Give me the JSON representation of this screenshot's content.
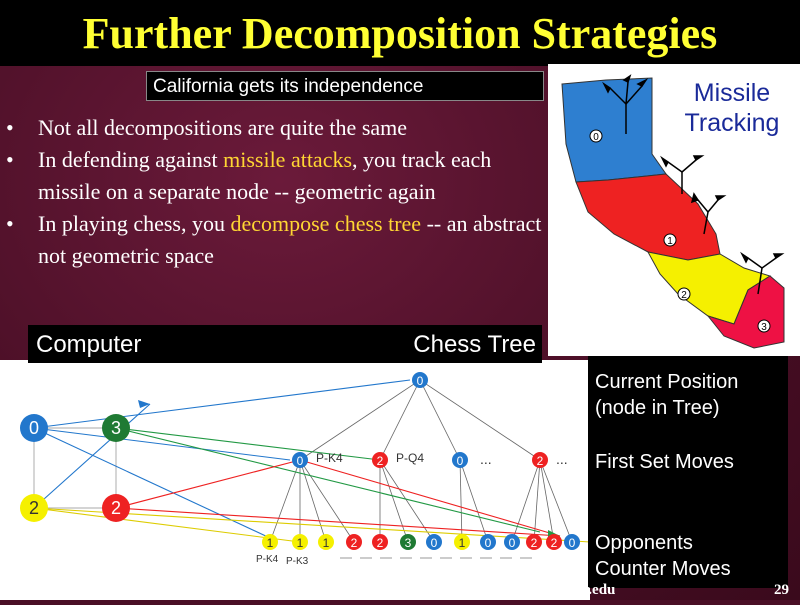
{
  "slide": {
    "title": "Further Decomposition Strategies",
    "caption": "California gets its independence",
    "bullets": [
      {
        "parts": [
          {
            "text": "Not all decompositions are quite the same",
            "hl": false
          }
        ]
      },
      {
        "parts": [
          {
            "text": "In defending against ",
            "hl": false
          },
          {
            "text": "missile attacks",
            "hl": true
          },
          {
            "text": ", you track each missile on a separate node -- geometric again",
            "hl": false
          }
        ]
      },
      {
        "parts": [
          {
            "text": "In playing chess, you ",
            "hl": false
          },
          {
            "text": "decompose chess tree",
            "hl": true
          },
          {
            "text": " -- an abstract not geometric space",
            "hl": false
          }
        ]
      }
    ],
    "computer_label": "Computer",
    "chess_tree_label": "Chess Tree",
    "footer_url": "r.edu",
    "page_number": "29"
  },
  "map": {
    "title_line1": "Missile",
    "title_line2": "Tracking",
    "regions": [
      "0",
      "1",
      "2",
      "3"
    ],
    "colors": {
      "region0": "#2e7fd0",
      "region1": "#ee2222",
      "region2": "#f5f000",
      "region3": "#ee1144"
    }
  },
  "computer_nodes": [
    "0",
    "3",
    "2",
    "2"
  ],
  "tree": {
    "root": "0",
    "level1": [
      "0",
      "2",
      "0",
      "2"
    ],
    "level1_moves": [
      "P-K4",
      "P-Q4"
    ],
    "ellipsis": "...",
    "leaves": [
      "1",
      "1",
      "1",
      "2",
      "2",
      "3",
      "0",
      "1",
      "0",
      "0",
      "2",
      "2",
      "0"
    ],
    "leaf_moves": [
      "P-K4",
      "P-K3"
    ]
  },
  "right_panel": {
    "current_line1": "Current Position",
    "current_line2": "(node in Tree)",
    "first_set": "First Set Moves",
    "opp_line1": "Opponents",
    "opp_line2": "Counter Moves"
  }
}
